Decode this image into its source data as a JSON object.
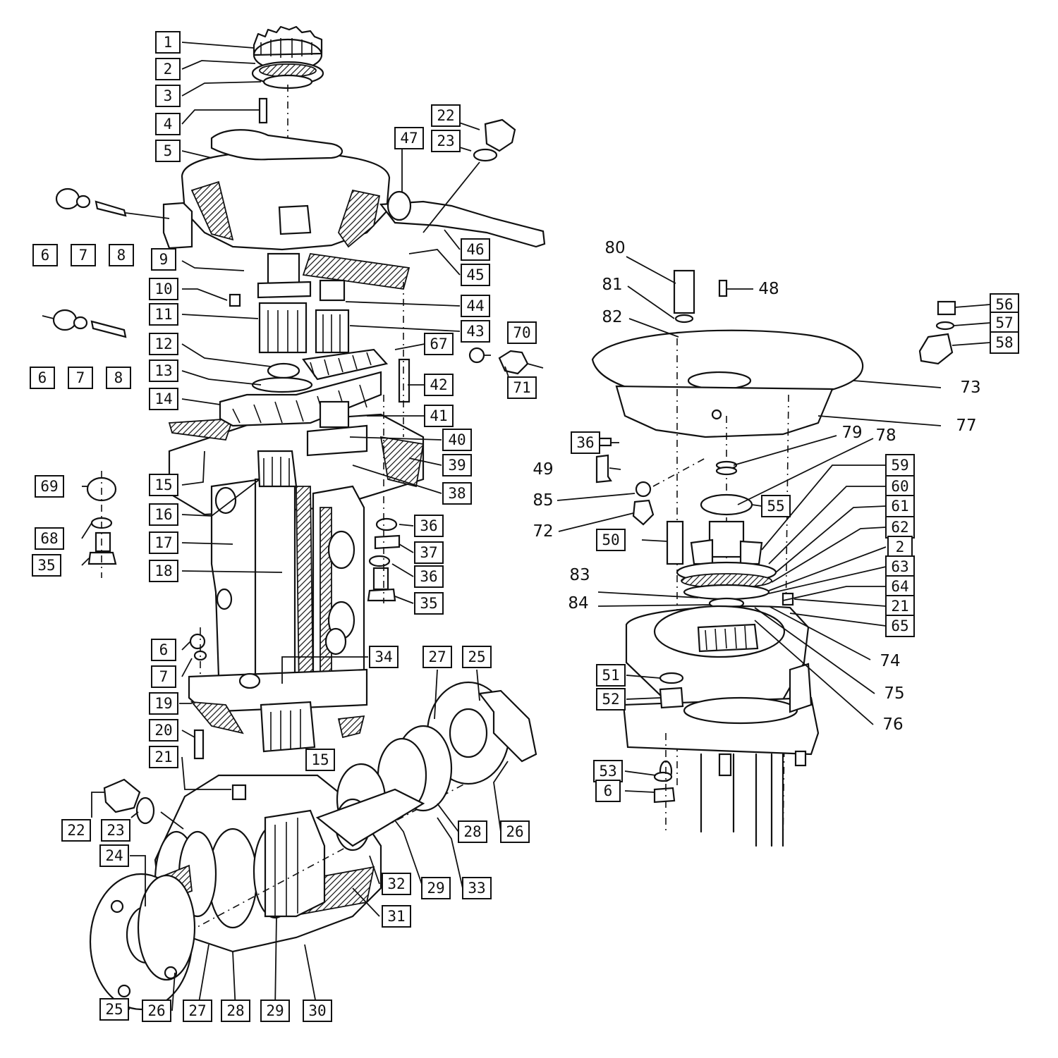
{
  "diagram": {
    "callouts_boxed": [
      {
        "id": "c1",
        "text": "1"
      },
      {
        "id": "c2",
        "text": "2"
      },
      {
        "id": "c3",
        "text": "3"
      },
      {
        "id": "c4",
        "text": "4"
      },
      {
        "id": "c5",
        "text": "5"
      },
      {
        "id": "c6a",
        "text": "6"
      },
      {
        "id": "c7a",
        "text": "7"
      },
      {
        "id": "c8a",
        "text": "8"
      },
      {
        "id": "c9",
        "text": "9"
      },
      {
        "id": "c10",
        "text": "10"
      },
      {
        "id": "c11",
        "text": "11"
      },
      {
        "id": "c6b",
        "text": "6"
      },
      {
        "id": "c7b",
        "text": "7"
      },
      {
        "id": "c8b",
        "text": "8"
      },
      {
        "id": "c12",
        "text": "12"
      },
      {
        "id": "c13",
        "text": "13"
      },
      {
        "id": "c14",
        "text": "14"
      },
      {
        "id": "c15a",
        "text": "15"
      },
      {
        "id": "c16",
        "text": "16"
      },
      {
        "id": "c17",
        "text": "17"
      },
      {
        "id": "c18",
        "text": "18"
      },
      {
        "id": "c69",
        "text": "69"
      },
      {
        "id": "c68",
        "text": "68"
      },
      {
        "id": "c35a",
        "text": "35"
      },
      {
        "id": "c6c",
        "text": "6"
      },
      {
        "id": "c7c",
        "text": "7"
      },
      {
        "id": "c19",
        "text": "19"
      },
      {
        "id": "c20",
        "text": "20"
      },
      {
        "id": "c21a",
        "text": "21"
      },
      {
        "id": "c22b",
        "text": "22"
      },
      {
        "id": "c23b",
        "text": "23"
      },
      {
        "id": "c24",
        "text": "24"
      },
      {
        "id": "c25b",
        "text": "25"
      },
      {
        "id": "c26b",
        "text": "26"
      },
      {
        "id": "c27b",
        "text": "27"
      },
      {
        "id": "c28b",
        "text": "28"
      },
      {
        "id": "c29b",
        "text": "29"
      },
      {
        "id": "c30",
        "text": "30"
      },
      {
        "id": "c31",
        "text": "31"
      },
      {
        "id": "c32",
        "text": "32"
      },
      {
        "id": "c29a",
        "text": "29"
      },
      {
        "id": "c33",
        "text": "33"
      },
      {
        "id": "c28a",
        "text": "28"
      },
      {
        "id": "c26a",
        "text": "26"
      },
      {
        "id": "c27a",
        "text": "27"
      },
      {
        "id": "c25a",
        "text": "25"
      },
      {
        "id": "c34",
        "text": "34"
      },
      {
        "id": "c15b",
        "text": "15"
      },
      {
        "id": "c22a",
        "text": "22"
      },
      {
        "id": "c23a",
        "text": "23"
      },
      {
        "id": "c47",
        "text": "47"
      },
      {
        "id": "c46",
        "text": "46"
      },
      {
        "id": "c45",
        "text": "45"
      },
      {
        "id": "c44",
        "text": "44"
      },
      {
        "id": "c43",
        "text": "43"
      },
      {
        "id": "c67",
        "text": "67"
      },
      {
        "id": "c70",
        "text": "70"
      },
      {
        "id": "c71",
        "text": "71"
      },
      {
        "id": "c42",
        "text": "42"
      },
      {
        "id": "c41",
        "text": "41"
      },
      {
        "id": "c40",
        "text": "40"
      },
      {
        "id": "c39",
        "text": "39"
      },
      {
        "id": "c38",
        "text": "38"
      },
      {
        "id": "c36a",
        "text": "36"
      },
      {
        "id": "c37",
        "text": "37"
      },
      {
        "id": "c36b",
        "text": "36"
      },
      {
        "id": "c35b",
        "text": "35"
      },
      {
        "id": "c56",
        "text": "56"
      },
      {
        "id": "c57",
        "text": "57"
      },
      {
        "id": "c58",
        "text": "58"
      },
      {
        "id": "c36c",
        "text": "36"
      },
      {
        "id": "c55",
        "text": "55"
      },
      {
        "id": "c50",
        "text": "50"
      },
      {
        "id": "c59",
        "text": "59"
      },
      {
        "id": "c60",
        "text": "60"
      },
      {
        "id": "c61",
        "text": "61"
      },
      {
        "id": "c62",
        "text": "62"
      },
      {
        "id": "c2b",
        "text": "2"
      },
      {
        "id": "c63",
        "text": "63"
      },
      {
        "id": "c64",
        "text": "64"
      },
      {
        "id": "c21b",
        "text": "21"
      },
      {
        "id": "c65",
        "text": "65"
      },
      {
        "id": "c51",
        "text": "51"
      },
      {
        "id": "c52",
        "text": "52"
      },
      {
        "id": "c53",
        "text": "53"
      },
      {
        "id": "c6d",
        "text": "6"
      }
    ],
    "callouts_plain": [
      {
        "id": "p80",
        "text": "80"
      },
      {
        "id": "p81",
        "text": "81"
      },
      {
        "id": "p82",
        "text": "82"
      },
      {
        "id": "p48",
        "text": "48"
      },
      {
        "id": "p73",
        "text": "73"
      },
      {
        "id": "p77",
        "text": "77"
      },
      {
        "id": "p79",
        "text": "79"
      },
      {
        "id": "p78",
        "text": "78"
      },
      {
        "id": "p49",
        "text": "49"
      },
      {
        "id": "p85",
        "text": "85"
      },
      {
        "id": "p72",
        "text": "72"
      },
      {
        "id": "p83",
        "text": "83"
      },
      {
        "id": "p84",
        "text": "84"
      },
      {
        "id": "p74",
        "text": "74"
      },
      {
        "id": "p75",
        "text": "75"
      },
      {
        "id": "p76",
        "text": "76"
      }
    ]
  }
}
